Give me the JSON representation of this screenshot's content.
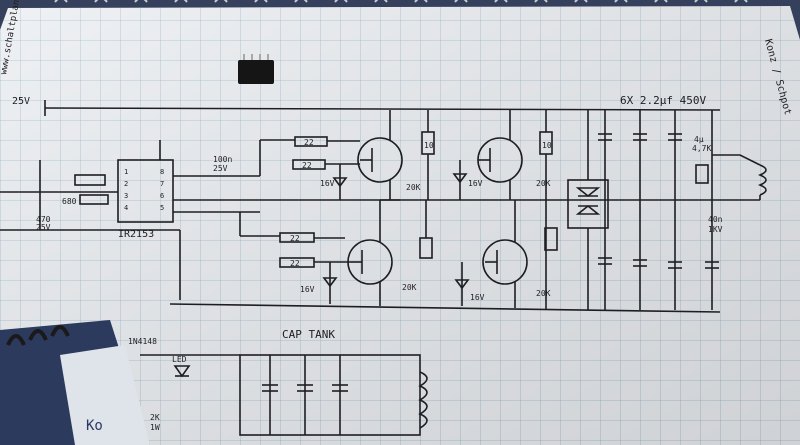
{
  "photo": {
    "subject": "hand-drawn-schematic-on-grid-paper",
    "paper_color": "#eceff2",
    "grid_color": "#8fb0c8",
    "ink_color": "#1e1e22",
    "binder_color": "#2f3a57"
  },
  "margin_text": {
    "left_edge": "www.schaltplan",
    "right_edge": "Konz / Schpot"
  },
  "labels": {
    "supply": "25V",
    "cap_bank": "6X 2.2µf 450V",
    "ic_name": "IR2153",
    "cap_100n": "100n",
    "cap_100n_v": "25V",
    "r_680": "680",
    "r_22a": "22",
    "r_22b": "22",
    "r_22c": "22",
    "r_22d": "22",
    "zener_a": "16V",
    "zener_b": "16V",
    "zener_c": "16V",
    "zener_d": "16V",
    "r_20k_a": "20K",
    "r_20k_b": "20K",
    "r_20k_c": "20K",
    "r_20k_d": "20K",
    "r_10_a": "10",
    "r_10_b": "10",
    "cap_470": "470",
    "cap_470_v": "25V",
    "out_cap": "4µ",
    "out_cap_v": "4,7K",
    "out_cap2": "40n",
    "out_cap2_v": "1KV",
    "diode": "1N4148",
    "led_label": "LED",
    "res_bottom": "2K",
    "res_bottom_w": "1W",
    "cap_tank": "CAP TANK",
    "ic_pin1": "1",
    "ic_pin2": "2",
    "ic_pin3": "3",
    "ic_pin4": "4",
    "ic_pin8": "8",
    "ic_pin7": "7",
    "ic_pin6": "6",
    "ic_pin5": "5"
  },
  "objects": {
    "ic_chip_on_paper": "8-pin-dip-chip",
    "binder_clip_bottom_left": "spiral-card-holder",
    "card_text": "Ko"
  }
}
